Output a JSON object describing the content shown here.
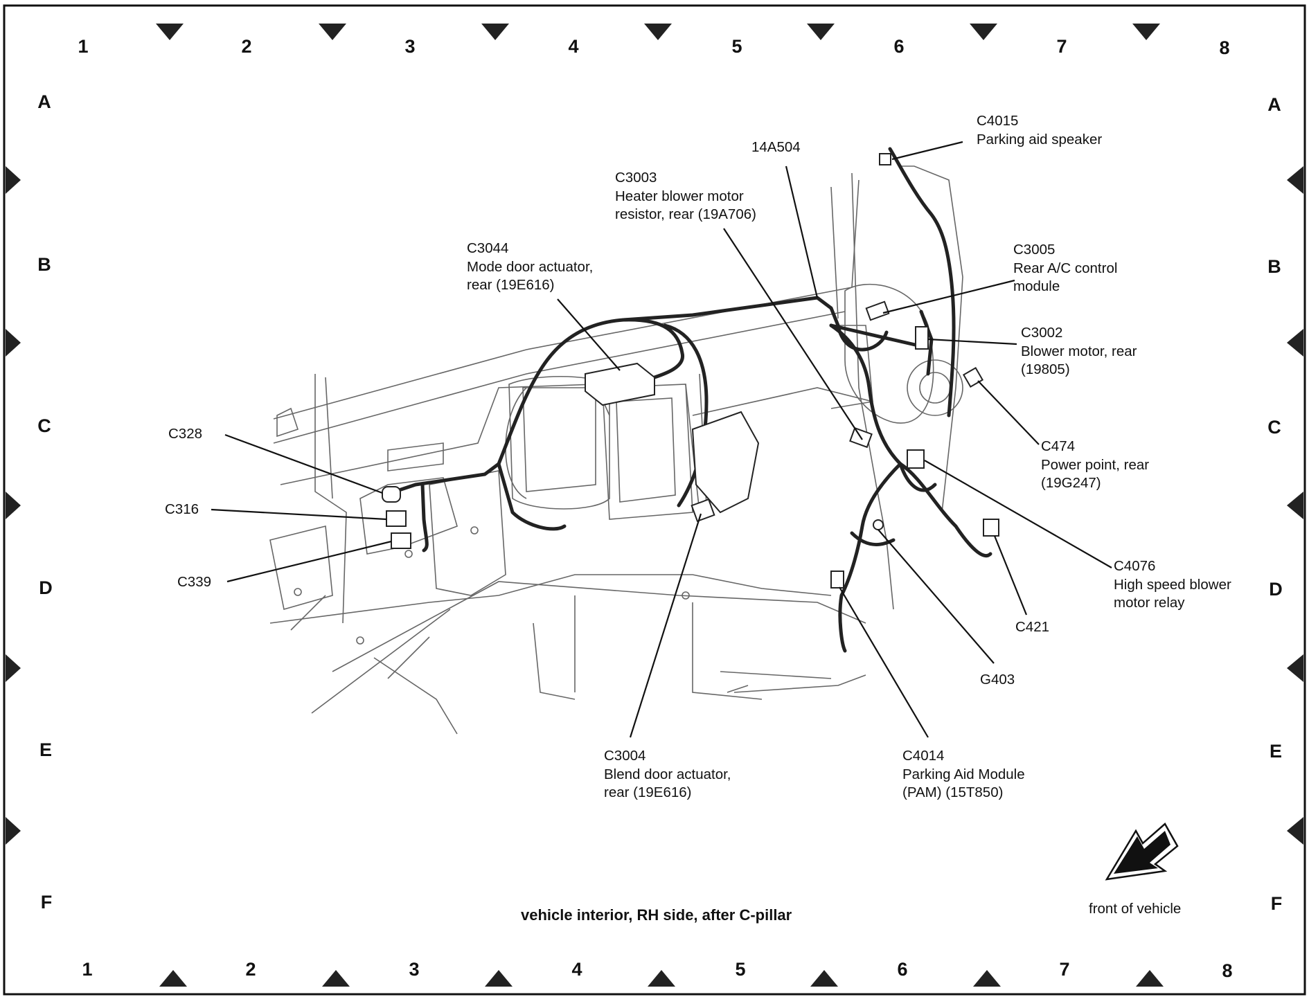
{
  "grid": {
    "columns": [
      "1",
      "2",
      "3",
      "4",
      "5",
      "6",
      "7",
      "8"
    ],
    "rows": [
      "A",
      "B",
      "C",
      "D",
      "E",
      "F"
    ]
  },
  "title": "vehicle interior, RH side, after C-pillar",
  "orientation": {
    "label": "front of vehicle",
    "icon": "direction-arrow-icon"
  },
  "callouts": [
    {
      "id": "C4015",
      "lines": [
        "C4015",
        "Parking aid speaker"
      ]
    },
    {
      "id": "14A504",
      "lines": [
        "14A504"
      ]
    },
    {
      "id": "C3003",
      "lines": [
        "C3003",
        "Heater blower motor",
        "resistor, rear (19A706)"
      ]
    },
    {
      "id": "C3044",
      "lines": [
        "C3044",
        "Mode door actuator,",
        "rear (19E616)"
      ]
    },
    {
      "id": "C3005",
      "lines": [
        "C3005",
        "Rear A/C control",
        "module"
      ]
    },
    {
      "id": "C3002",
      "lines": [
        "C3002",
        "Blower motor, rear",
        "(19805)"
      ]
    },
    {
      "id": "C474",
      "lines": [
        "C474",
        "Power point, rear",
        "(19G247)"
      ]
    },
    {
      "id": "C328",
      "lines": [
        "C328"
      ]
    },
    {
      "id": "C316",
      "lines": [
        "C316"
      ]
    },
    {
      "id": "C339",
      "lines": [
        "C339"
      ]
    },
    {
      "id": "C4076",
      "lines": [
        "C4076",
        "High speed blower",
        "motor relay"
      ]
    },
    {
      "id": "C421",
      "lines": [
        "C421"
      ]
    },
    {
      "id": "G403",
      "lines": [
        "G403"
      ]
    },
    {
      "id": "C3004",
      "lines": [
        "C3004",
        "Blend door actuator,",
        "rear (19E616)"
      ]
    },
    {
      "id": "C4014",
      "lines": [
        "C4014",
        "Parking Aid Module",
        "(PAM) (15T850)"
      ]
    }
  ]
}
